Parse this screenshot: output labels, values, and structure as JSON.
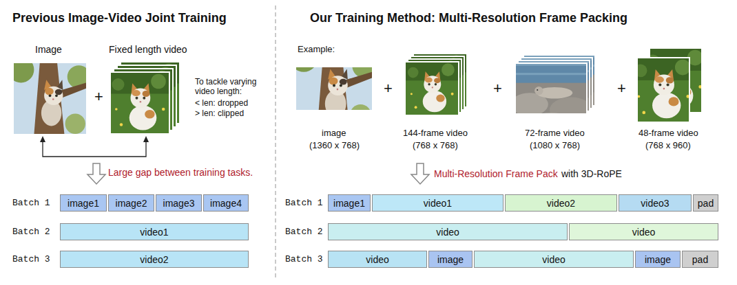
{
  "diagram": {
    "nodes": [
      {
        "text": [
          "image1"
        ]
      },
      {
        "text": [
          "image2"
        ]
      },
      {
        "text": [
          "image3"
        ]
      },
      {
        "text": [
          "image4"
        ]
      },
      {
        "text": [
          "video1"
        ]
      },
      {
        "text": [
          "video2"
        ]
      },
      {
        "text": [
          "image1"
        ]
      },
      {
        "text": [
          "video1"
        ]
      },
      {
        "text": [
          "video2"
        ]
      },
      {
        "text": [
          "video3"
        ]
      },
      {
        "text": [
          "pad"
        ]
      },
      {
        "text": [
          "video"
        ]
      },
      {
        "text": [
          "video"
        ]
      },
      {
        "text": [
          "video"
        ]
      },
      {
        "text": [
          "image"
        ]
      },
      {
        "text": [
          "video"
        ]
      },
      {
        "text": [
          "image"
        ]
      },
      {
        "text": [
          "pad"
        ]
      }
    ],
    "labels": [
      "Previous Image-Video Joint Training",
      "Our Training Method: Multi-Resolution Frame Packing",
      "Image",
      "Fixed length video",
      "+",
      "To tackle varying video length:",
      "< len: dropped",
      "> len: clipped",
      "Large gap between training tasks.",
      "Batch 1",
      "Batch 2",
      "Batch 3",
      "Example:",
      "+",
      "+",
      "+",
      "image",
      "(1360 x 768)",
      "144-frame video",
      "(768 x 768)",
      "72-frame video",
      "(1080 x 768)",
      "48-frame video",
      "(768 x 960)",
      "Multi-Resolution Frame Pack",
      "with 3D-RoPE",
      "Batch 1",
      "Batch 2",
      "Batch 3"
    ]
  }
}
